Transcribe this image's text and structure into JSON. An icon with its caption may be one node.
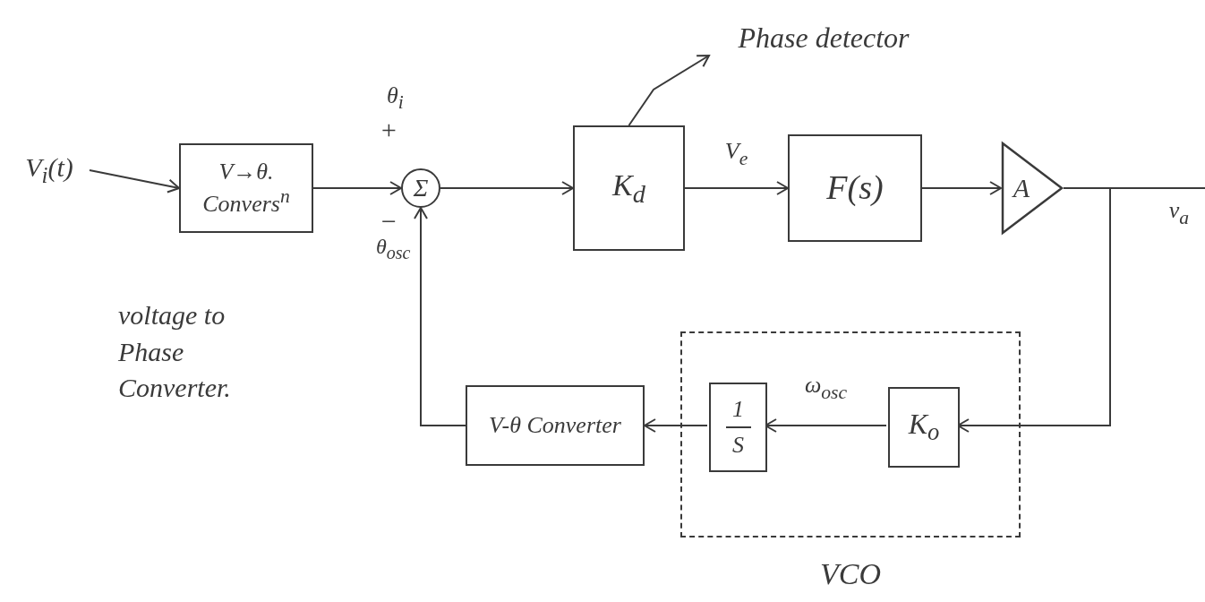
{
  "diagram": {
    "nodes": [
      {
        "text": [
          "V$_{i}$(t)"
        ]
      },
      {
        "text": [
          "V→θ. Convers$^{n}$"
        ],
        "beside": [
          "voltage to Phase Converter."
        ]
      },
      {
        "text": [
          "Σ"
        ]
      },
      {
        "text": [
          "K$_{d}$"
        ]
      },
      {
        "text": [
          "Phase detector"
        ]
      },
      {
        "text": [
          "F(s)"
        ]
      },
      {
        "text": [
          "A"
        ]
      },
      {
        "text": [
          "V-θ Converter"
        ]
      },
      {
        "text": [
          "VCO"
        ]
      },
      {
        "text": [
          "1",
          "S"
        ],
        "in": 8
      },
      {
        "text": [
          "K$_{o}$"
        ],
        "in": 8
      }
    ],
    "edges": [
      {
        "from": 0,
        "to": 1,
        "arrow": "to"
      },
      {
        "from": 1,
        "to": 2,
        "arrow": "to"
      },
      {
        "from": 2,
        "to": 3,
        "arrow": "to"
      },
      {
        "from": 3,
        "to": 5,
        "arrow": "to",
        "label": "V$_{e}$"
      },
      {
        "from": 5,
        "to": 6,
        "arrow": "to"
      },
      {
        "from": 6,
        "to": null,
        "arrow": "none",
        "label": "v$_{a}$"
      },
      {
        "from": 6,
        "to": 10,
        "arrow": "to"
      },
      {
        "from": 10,
        "to": 9,
        "arrow": "to",
        "label": "ω$_{osc}$"
      },
      {
        "from": 9,
        "to": 7,
        "arrow": "to"
      },
      {
        "from": 7,
        "to": 2,
        "arrow": "to"
      },
      {
        "from": 3,
        "to": 4,
        "arrow": "to"
      }
    ],
    "labels": [
      "θ$_{i}$",
      "+",
      "−",
      "θ$_{osc}$"
    ]
  }
}
